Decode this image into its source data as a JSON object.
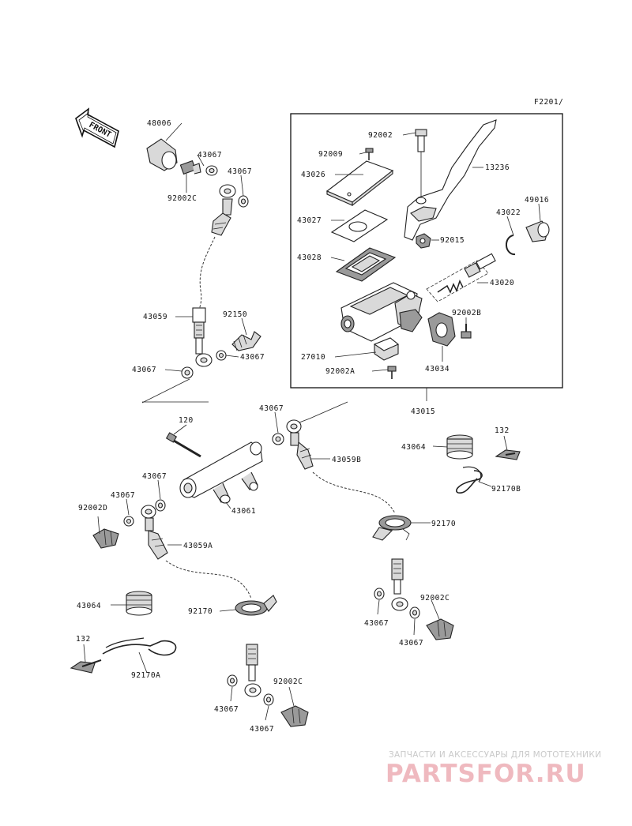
{
  "figure_code": "F2201/",
  "front_label": "FRONT",
  "labels": {
    "l48006": "48006",
    "l43067_a": "43067",
    "l43067_b": "43067",
    "l92002C_a": "92002C",
    "l43059": "43059",
    "l92150": "92150",
    "l43067_c": "43067",
    "l43067_d": "43067",
    "l92002": "92002",
    "l92009": "92009",
    "l43026": "43026",
    "l13236": "13236",
    "l49016": "49016",
    "l43022": "43022",
    "l43027": "43027",
    "l92015": "92015",
    "l43028": "43028",
    "l43020": "43020",
    "l92002B": "92002B",
    "l27010": "27010",
    "l92002A": "92002A",
    "l43034": "43034",
    "l43015": "43015",
    "l120": "120",
    "l43067_e": "43067",
    "l43059B": "43059B",
    "l43067_f": "43067",
    "l43067_g": "43067",
    "l43061": "43061",
    "l92002D": "92002D",
    "l43059A": "43059A",
    "l43064_a": "43064",
    "l132_a": "132",
    "l92170B": "92170B",
    "l92170_a": "92170",
    "l92002C_b": "92002C",
    "l43067_h": "43067",
    "l43067_i": "43067",
    "l43064_b": "43064",
    "l92170_b": "92170",
    "l132_b": "132",
    "l92170A": "92170A",
    "l92002C_c": "92002C",
    "l43067_j": "43067",
    "l43067_k": "43067"
  },
  "watermark": {
    "tagline": "ЗАПЧАСТИ И АКСЕССУАРЫ ДЛЯ МОТОТЕХНИКИ",
    "logo": "PARTSFOR.RU"
  }
}
